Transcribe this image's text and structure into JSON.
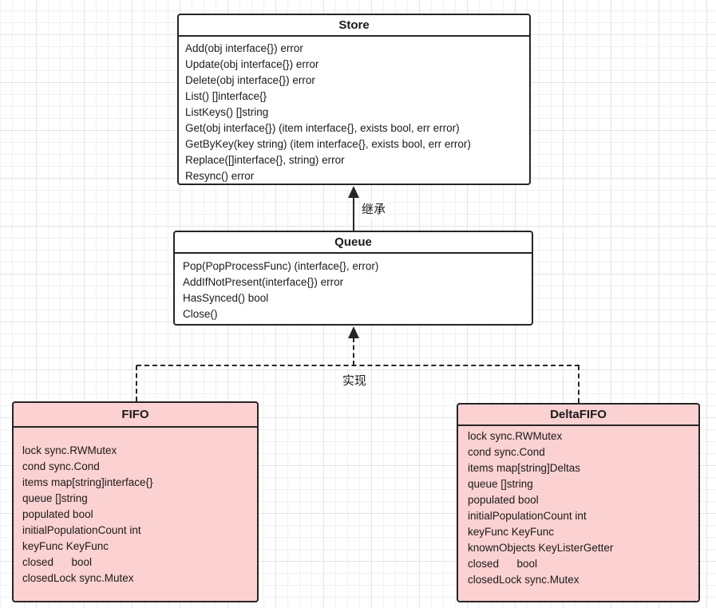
{
  "classes": {
    "store": {
      "title": "Store",
      "members": [
        "Add(obj interface{}) error",
        "Update(obj interface{}) error",
        "Delete(obj interface{}) error",
        "List() []interface{}",
        "ListKeys() []string",
        "Get(obj interface{}) (item interface{}, exists bool, err error)",
        "GetByKey(key string) (item interface{}, exists bool, err error)",
        "Replace([]interface{}, string) error",
        "Resync() error"
      ]
    },
    "queue": {
      "title": "Queue",
      "members": [
        "Pop(PopProcessFunc) (interface{}, error)",
        "AddIfNotPresent(interface{}) error",
        "HasSynced() bool",
        "Close()"
      ]
    },
    "fifo": {
      "title": "FIFO",
      "members": [
        "lock sync.RWMutex",
        "cond sync.Cond",
        "items map[string]interface{}",
        "queue []string",
        "populated bool",
        "initialPopulationCount int",
        "keyFunc KeyFunc",
        "closed      bool",
        "closedLock sync.Mutex"
      ]
    },
    "deltafifo": {
      "title": "DeltaFIFO",
      "members": [
        "lock sync.RWMutex",
        "cond sync.Cond",
        "items map[string]Deltas",
        "queue []string",
        "populated bool",
        "initialPopulationCount int",
        "keyFunc KeyFunc",
        "knownObjects KeyListerGetter",
        "closed      bool",
        "closedLock sync.Mutex"
      ]
    }
  },
  "edges": {
    "inheritance_label": "继承",
    "implementation_label": "实现"
  },
  "colors": {
    "interface_box_fill": "#ffffff",
    "struct_box_fill": "#fcd1d1",
    "border": "#262626",
    "text": "#1a1a1a"
  }
}
